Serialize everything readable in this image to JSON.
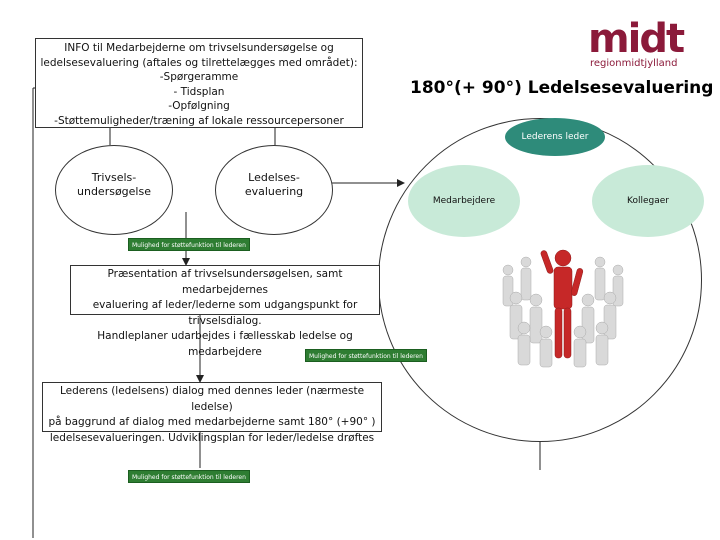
{
  "logo": {
    "word": "midt",
    "sub": "regionmidtjylland"
  },
  "info_box": {
    "lines": [
      "INFO til Medarbejderne om trivselsundersøgelse og",
      "ledelsesevaluering (aftales og tilrettelægges med området):",
      "-Spørgeramme",
      "- Tidsplan",
      "-Opfølgning",
      "-Støttemuligheder/træning af lokale ressourcepersoner"
    ]
  },
  "ellipse_left": {
    "label": "Trivsels-undersøgelse"
  },
  "ellipse_right": {
    "label": "Ledelses-evaluering"
  },
  "title": "180°(+ 90°) Ledelsesevaluering",
  "circle": {
    "top_label": "Lederens leder",
    "left_label": "Medarbejdere",
    "right_label": "Kollegaer"
  },
  "support_label": "Mulighed for støttefunktion til lederen",
  "box_presentation": {
    "lines": [
      "Præsentation af trivselsundersøgelsen, samt medarbejdernes",
      "evaluering af leder/lederne som udgangspunkt for trivselsdialog.",
      "Handleplaner udarbejdes i fællesskab ledelse og medarbejdere"
    ]
  },
  "box_dialog": {
    "lines": [
      "Lederens (ledelsens) dialog med dennes leder (nærmeste ledelse)",
      "på baggrund af dialog med medarbejderne samt 180° (+90° )",
      "ledelsesevalueringen. Udviklingsplan for leder/ledelse drøftes"
    ]
  },
  "colors": {
    "brand": "#8b1a3a",
    "support_green": "#2e7d32",
    "top_fill": "#2e8b7a",
    "side_fill": "#c8ead8"
  }
}
